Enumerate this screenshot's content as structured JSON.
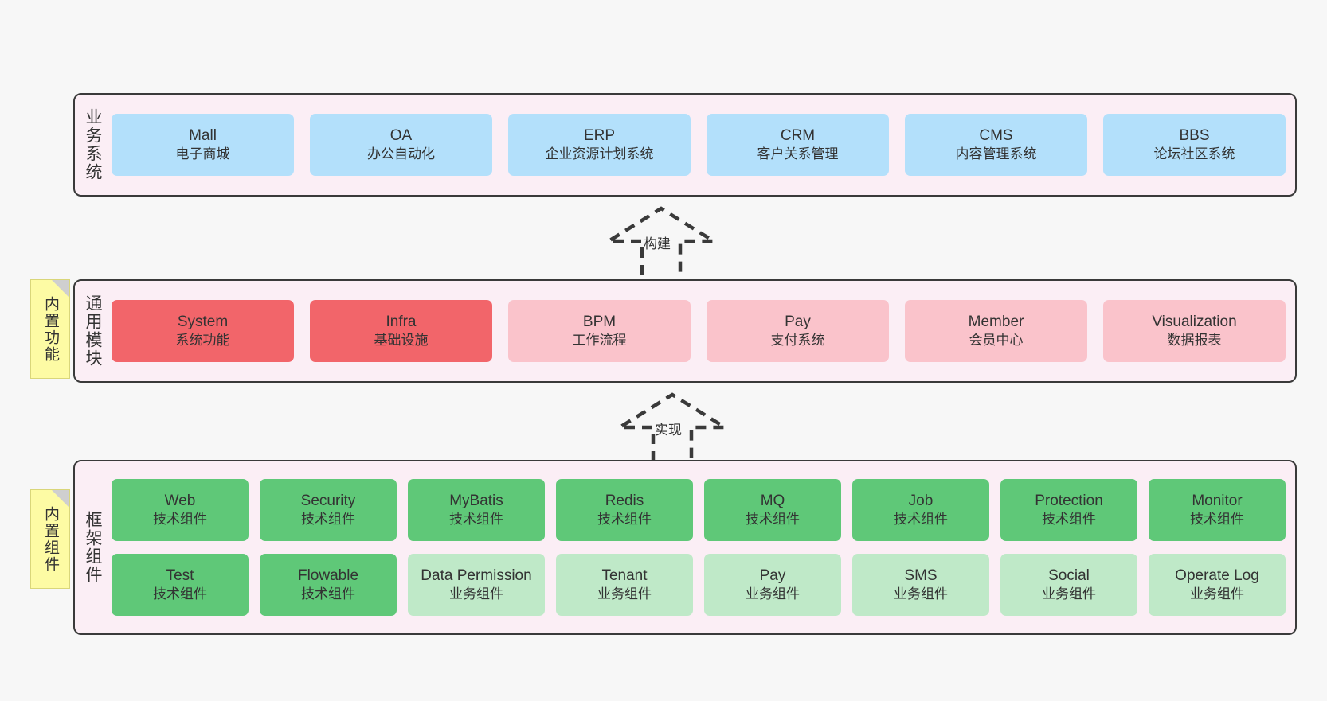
{
  "diagram": {
    "background_color": "#f7f7f7",
    "band_fill": "#fbeef5",
    "band_border": "#3a3a3a",
    "sticky_color": "#fdfba4"
  },
  "business": {
    "label": "业务系统",
    "card_color": "#b3e0fb",
    "cards": [
      {
        "title": "Mall",
        "subtitle": "电子商城"
      },
      {
        "title": "OA",
        "subtitle": "办公自动化"
      },
      {
        "title": "ERP",
        "subtitle": "企业资源计划系统"
      },
      {
        "title": "CRM",
        "subtitle": "客户关系管理"
      },
      {
        "title": "CMS",
        "subtitle": "内容管理系统"
      },
      {
        "title": "BBS",
        "subtitle": "论坛社区系统"
      }
    ]
  },
  "arrow_build": {
    "label": "构建"
  },
  "modules": {
    "label": "通用模块",
    "sticky": "内置功能",
    "primary_color": "#f2656a",
    "secondary_color": "#fac3cb",
    "cards": [
      {
        "title": "System",
        "subtitle": "系统功能",
        "variant": "red"
      },
      {
        "title": "Infra",
        "subtitle": "基础设施",
        "variant": "red"
      },
      {
        "title": "BPM",
        "subtitle": "工作流程",
        "variant": "pink"
      },
      {
        "title": "Pay",
        "subtitle": "支付系统",
        "variant": "pink"
      },
      {
        "title": "Member",
        "subtitle": "会员中心",
        "variant": "pink"
      },
      {
        "title": "Visualization",
        "subtitle": "数据报表",
        "variant": "pink"
      }
    ]
  },
  "arrow_impl": {
    "label": "实现"
  },
  "framework": {
    "label": "框架组件",
    "sticky": "内置组件",
    "tech_color": "#5fc878",
    "biz_color": "#bfe9c8",
    "row1": [
      {
        "title": "Web",
        "subtitle": "技术组件",
        "variant": "green"
      },
      {
        "title": "Security",
        "subtitle": "技术组件",
        "variant": "green"
      },
      {
        "title": "MyBatis",
        "subtitle": "技术组件",
        "variant": "green"
      },
      {
        "title": "Redis",
        "subtitle": "技术组件",
        "variant": "green"
      },
      {
        "title": "MQ",
        "subtitle": "技术组件",
        "variant": "green"
      },
      {
        "title": "Job",
        "subtitle": "技术组件",
        "variant": "green"
      },
      {
        "title": "Protection",
        "subtitle": "技术组件",
        "variant": "green"
      },
      {
        "title": "Monitor",
        "subtitle": "技术组件",
        "variant": "green"
      }
    ],
    "row2": [
      {
        "title": "Test",
        "subtitle": "技术组件",
        "variant": "green"
      },
      {
        "title": "Flowable",
        "subtitle": "技术组件",
        "variant": "green"
      },
      {
        "title": "Data Permission",
        "subtitle": "业务组件",
        "variant": "lgreen"
      },
      {
        "title": "Tenant",
        "subtitle": "业务组件",
        "variant": "lgreen"
      },
      {
        "title": "Pay",
        "subtitle": "业务组件",
        "variant": "lgreen"
      },
      {
        "title": "SMS",
        "subtitle": "业务组件",
        "variant": "lgreen"
      },
      {
        "title": "Social",
        "subtitle": "业务组件",
        "variant": "lgreen"
      },
      {
        "title": "Operate Log",
        "subtitle": "业务组件",
        "variant": "lgreen"
      }
    ]
  }
}
